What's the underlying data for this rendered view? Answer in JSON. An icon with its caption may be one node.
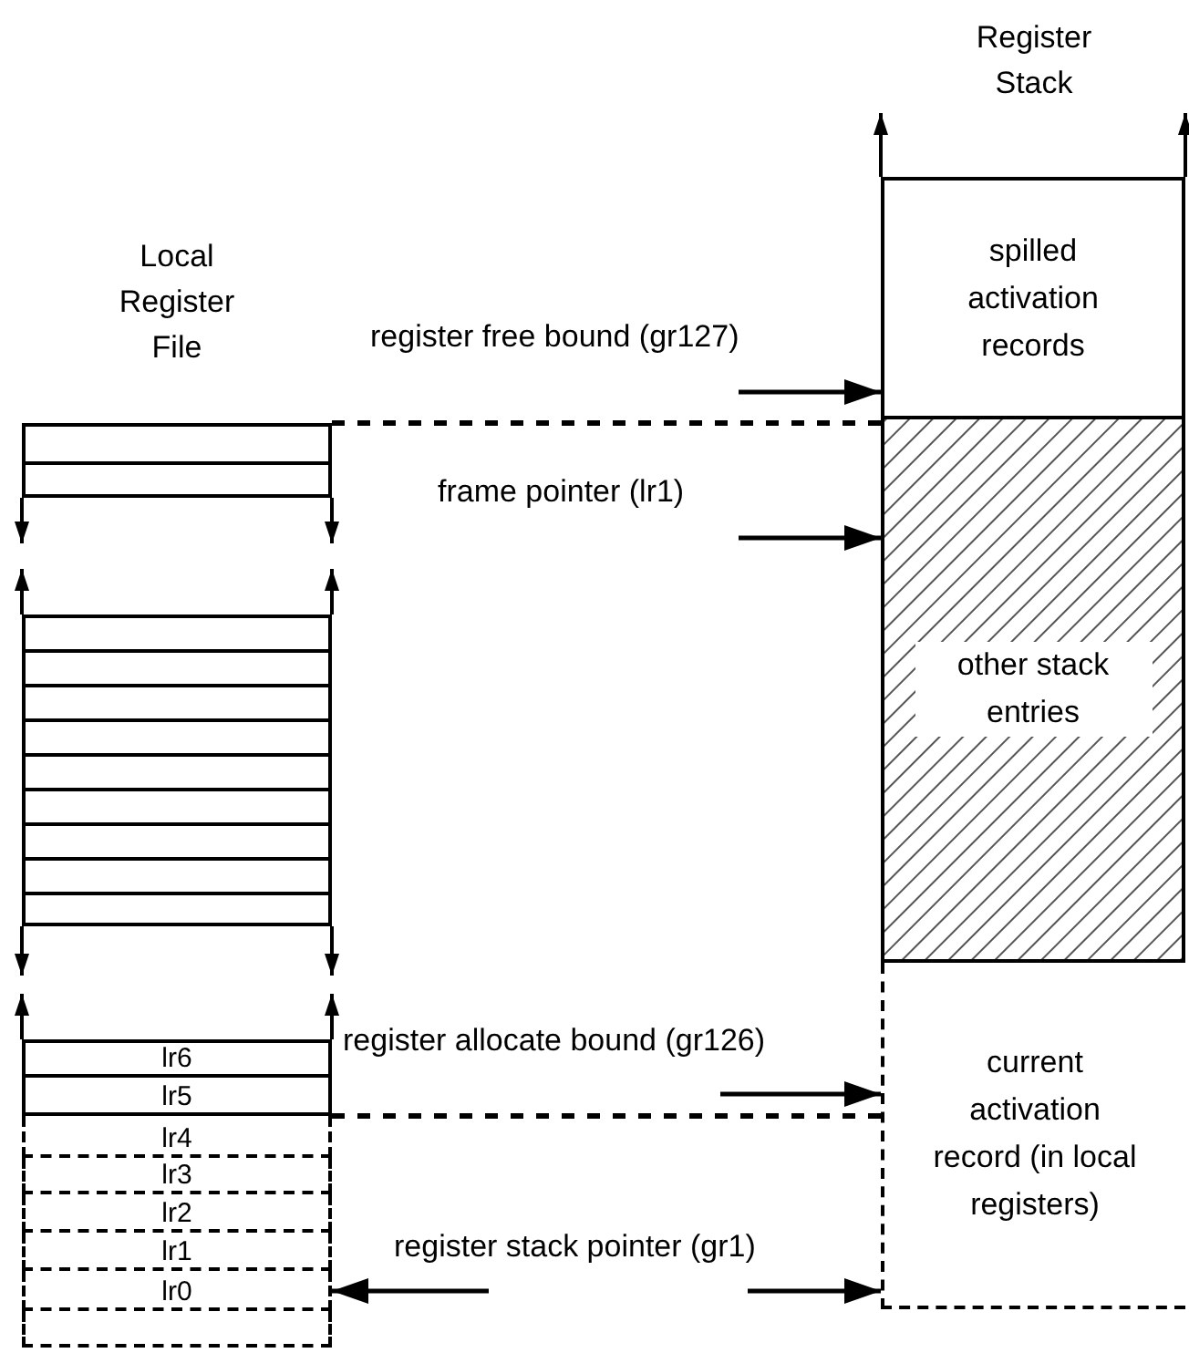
{
  "diagram": {
    "nodes": [
      {
        "text": [],
        "shape": "box"
      },
      {
        "text": [],
        "shape": "box"
      },
      {
        "text": [
          "lr6"
        ]
      },
      {
        "text": [
          "lr5"
        ]
      },
      {
        "text": [
          "lr4"
        ]
      },
      {
        "text": [
          "lr3"
        ]
      },
      {
        "text": [
          "lr2"
        ]
      },
      {
        "text": [
          "lr1"
        ]
      },
      {
        "text": [
          "lr0"
        ]
      },
      {
        "text": [],
        "shape": "box"
      },
      {
        "text": [
          "spilled activation records"
        ]
      },
      {
        "text": [
          "other stack entries"
        ]
      },
      {
        "text": [
          "current activation record (in local registers)"
        ]
      }
    ],
    "edges": [
      {
        "from": null,
        "to": 10,
        "arrow": "to"
      },
      {
        "from": null,
        "to": 11,
        "arrow": "to"
      },
      {
        "from": null,
        "to": 12,
        "arrow": "to"
      },
      {
        "from": null,
        "to": 12,
        "arrow": "to"
      },
      {
        "from": null,
        "to": 8,
        "arrow": "to"
      },
      {
        "from": 0,
        "to": 11,
        "arrow": "none",
        "style": "dashed"
      },
      {
        "from": 3,
        "to": 12,
        "arrow": "none",
        "style": "dashed"
      }
    ],
    "labels": [
      "Register Stack",
      "Local Register File",
      "register free bound (gr127)",
      "frame pointer (lr1)",
      "register allocate bound (gr126)",
      "register stack pointer (gr1)"
    ]
  }
}
